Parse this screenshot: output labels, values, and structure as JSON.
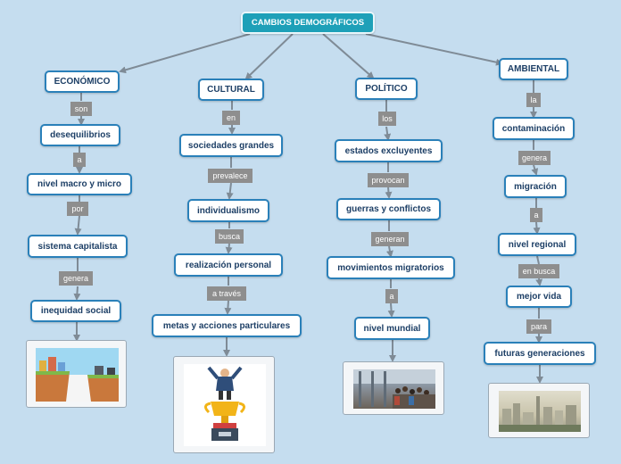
{
  "root": "CAMBIOS DEMOGRÁFICOS",
  "colors": {
    "background": "#c5ddef",
    "root_fill": "#1ea0b8",
    "node_border": "#2a80b9",
    "connector": "#7f8b96",
    "label_fill": "#8e8e8e"
  },
  "economico": {
    "title": "ECONÓMICO",
    "l1": "son",
    "n1": "desequilibrios",
    "l2": "a",
    "n2": "nivel macro y micro",
    "l3": "por",
    "n3": "sistema capitalista",
    "l4": "genera",
    "n4": "inequidad social",
    "image": "cliff-divide-illustration"
  },
  "cultural": {
    "title": "CULTURAL",
    "l1": "en",
    "n1": "sociedades grandes",
    "l2": "prevalece",
    "n2": "individualismo",
    "l3": "busca",
    "n3": "realización personal",
    "l4": "a través",
    "n4": "metas y acciones particulares",
    "image": "trophy-winner-illustration"
  },
  "politico": {
    "title": "POLÍTICO",
    "l1": "los",
    "n1": "estados excluyentes",
    "l2": "provocan",
    "n2": "guerras y conflictos",
    "l3": "generan",
    "n3": "movimientos migratorios",
    "l4": "a",
    "n4": "nivel mundial",
    "image": "migrant-crowd-photo"
  },
  "ambiental": {
    "title": "AMBIENTAL",
    "l1": "la",
    "n1": "contaminación",
    "l2": "genera",
    "n2": "migración",
    "l3": "a",
    "n3": "nivel regional",
    "l4": "en busca",
    "n4": "mejor vida",
    "l5": "para",
    "n5": "futuras generaciones",
    "image": "smog-city-photo"
  }
}
